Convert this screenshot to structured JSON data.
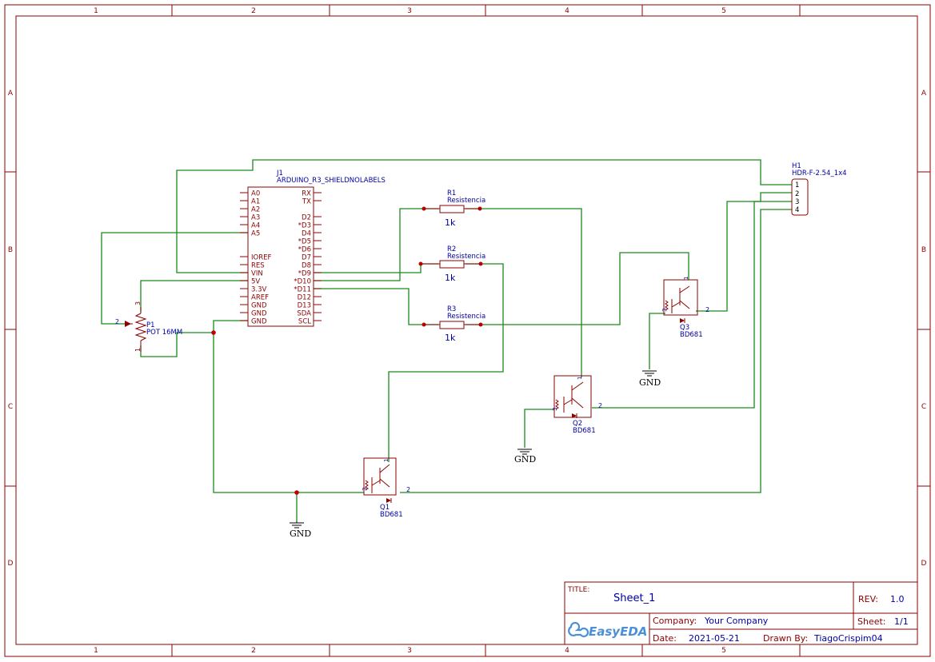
{
  "frame": {
    "columns": [
      "1",
      "2",
      "3",
      "4",
      "5"
    ],
    "rows": [
      "A",
      "B",
      "C",
      "D"
    ]
  },
  "arduino": {
    "designator": "J1",
    "part": "ARDUINO_R3_SHIELDNOLABELS",
    "left_pins": [
      "A0",
      "A1",
      "A2",
      "A3",
      "A4",
      "A5",
      "IOREF",
      "RES",
      "VIN",
      "5V",
      "3.3V",
      "AREF",
      "GND",
      "GND",
      "GND"
    ],
    "right_pins": [
      "RX",
      "TX",
      "D2",
      "*D3",
      "D4",
      "*D5",
      "*D6",
      "D7",
      "D8",
      "*D9",
      "*D10",
      "*D11",
      "D12",
      "D13",
      "SDA",
      "SCL"
    ]
  },
  "resistors": [
    {
      "designator": "R1",
      "part": "Resistencia",
      "value": "1k"
    },
    {
      "designator": "R2",
      "part": "Resistencia",
      "value": "1k"
    },
    {
      "designator": "R3",
      "part": "Resistencia",
      "value": "1k"
    }
  ],
  "pot": {
    "designator": "P1",
    "part": "POT 16MM",
    "pin_wiper": "2",
    "pin_top": "3",
    "pin_bottom": "1"
  },
  "header": {
    "designator": "H1",
    "part": "HDR-F-2.54_1x4",
    "pins": [
      "1",
      "2",
      "3",
      "4"
    ]
  },
  "transistors": [
    {
      "designator": "Q1",
      "part": "BD681",
      "pin_c": "1",
      "pin_b": "2",
      "pin_e": "3"
    },
    {
      "designator": "Q2",
      "part": "BD681",
      "pin_c": "1",
      "pin_b": "2",
      "pin_e": "3"
    },
    {
      "designator": "Q3",
      "part": "BD681",
      "pin_c": "1",
      "pin_b": "2",
      "pin_e": "3"
    }
  ],
  "ground_label": "GND",
  "title_block": {
    "title_label": "TITLE:",
    "title": "Sheet_1",
    "rev_label": "REV:",
    "rev": "1.0",
    "company_label": "Company:",
    "company": "Your Company",
    "sheet_label": "Sheet:",
    "sheet": "1/1",
    "date_label": "Date:",
    "date": "2021-05-21",
    "drawn_label": "Drawn By:",
    "drawn_by": "TiagoCrispim04",
    "logo_text": "EasyEDA"
  }
}
